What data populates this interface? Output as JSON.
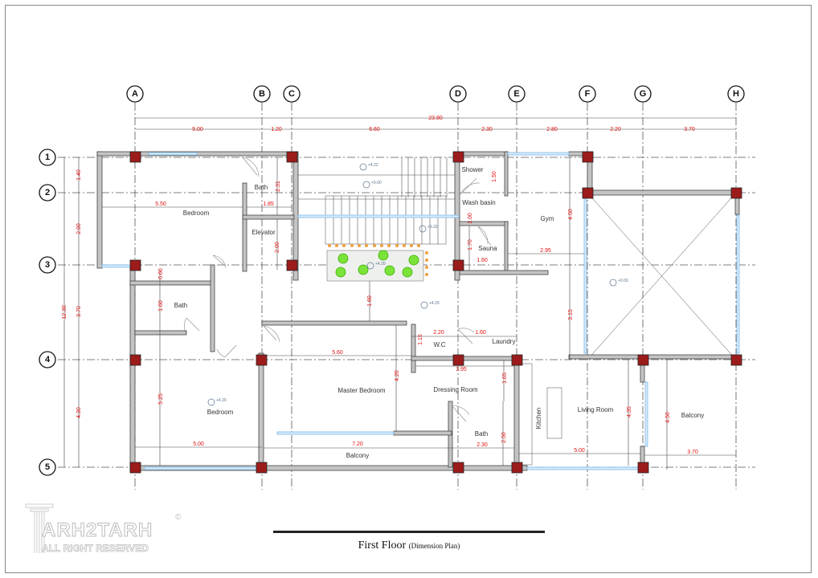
{
  "grid_columns": [
    "A",
    "B",
    "C",
    "D",
    "E",
    "F",
    "G",
    "H"
  ],
  "grid_rows": [
    "1",
    "2",
    "3",
    "4",
    "5"
  ],
  "dimensions": {
    "total_width": "23.80",
    "top": [
      "5.00",
      "1.20",
      "6.60",
      "2.30",
      "2.80",
      "2.20",
      "3.70"
    ],
    "total_height": "12.30",
    "left": [
      "1.40",
      "2.90",
      "3.70",
      "4.30"
    ]
  },
  "rooms": {
    "bedroom_nw": "Bedroom",
    "bath_nw": "Bath",
    "elevator": "Elevator",
    "bath_w": "Bath",
    "bedroom_sw": "Bedroom",
    "master_bedroom": "Master Bedroom",
    "balcony_s": "Balcony",
    "wc": "W.C",
    "laundry": "Laundry",
    "dressing_room": "Dressing  Room",
    "bath_s": "Bath",
    "kitchen": "Kitchen",
    "living_room": "Living Room",
    "balcony_e": "Balcony",
    "shower": "Shower",
    "wash_basin": "Wash basin",
    "sauna": "Sauna",
    "gym": "Gym"
  },
  "interior_dims": {
    "bedroom_nw_w": "5.50",
    "bath_nw_h": "2.31",
    "bath_nw_w": "1.85",
    "elevator_h": "2.00",
    "d060": "0.60",
    "bath_w_h": "1.60",
    "bedroom_sw_h": "5.25",
    "bedroom_sw_w": "5.00",
    "stair_gap": "1.60",
    "master_w": "5.60",
    "master_h": "4.20",
    "balcony_s_w": "7.20",
    "wc_w": "2.20",
    "wc_h": "1.15",
    "laundry_w": "1.60",
    "dressing_w": "3.95",
    "dressing_h": "1.65",
    "bath_s_h": "2.50",
    "bath_s_w": "2.30",
    "living_w": "5.00",
    "living_h": "4.35",
    "balcony_e_h": "4.50",
    "balcony_e_w": "3.70",
    "shower_h": "1.50",
    "wash_h": "1.00",
    "sauna_h": "1.70",
    "sauna_w": "1.60",
    "gym_w": "2.95",
    "gym_h": "4.50",
    "void_h": "3.15"
  },
  "levels": [
    "+4.22",
    "+0.00",
    "+3.32",
    "+4.20",
    "+4.20",
    "+0.00",
    "+4.20"
  ],
  "logo": {
    "name": "ARH2TARH",
    "rights": "ALL RIGHT RESERVED",
    "copyright": "©"
  },
  "title": {
    "main": "First Floor",
    "sub": "(Dimension Plan)"
  }
}
